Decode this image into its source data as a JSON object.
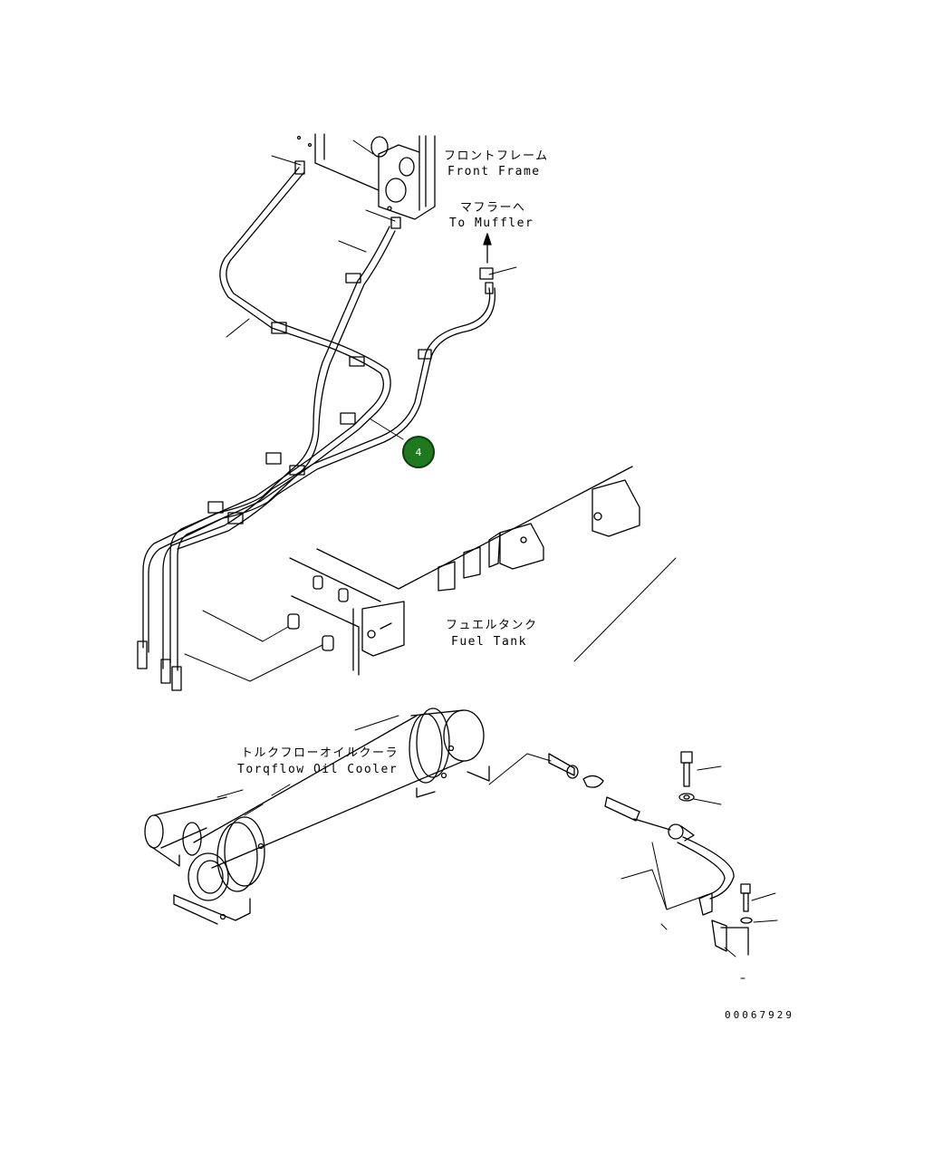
{
  "labels": {
    "front_frame_jp": "フロントフレーム",
    "front_frame_en": "Front Frame",
    "to_muffler_jp": "マフラーへ",
    "to_muffler_en": "To Muffler",
    "fuel_tank_jp": "フュエルタンク",
    "fuel_tank_en": "Fuel Tank",
    "oil_cooler_jp": "トルクフローオイルクーラ",
    "oil_cooler_en": "Torqflow Oil Cooler"
  },
  "callout": {
    "number": "4",
    "color": "#1f7a1f"
  },
  "drawing_number": "00067929"
}
